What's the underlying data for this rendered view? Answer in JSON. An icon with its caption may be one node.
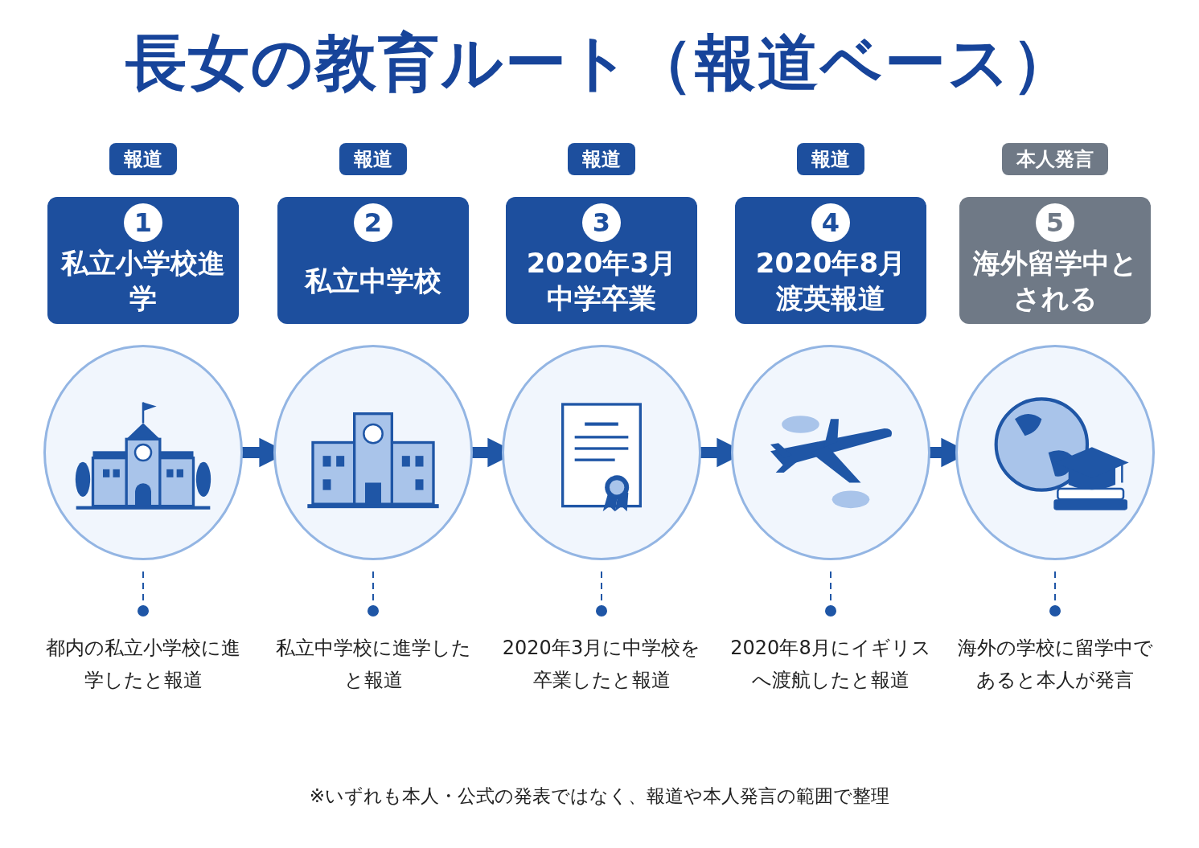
{
  "diagram": {
    "title": "長女の教育ルート（報道ベース）",
    "caption": "※いずれも本人・公式の発表ではなく、報道や本人発言の範囲で整理",
    "nodes": [
      {
        "text": [
          "報道"
        ]
      },
      {
        "text": [
          "私立小学校進学"
        ]
      },
      {
        "text": [
          "1"
        ],
        "in": 1
      },
      {
        "text": [],
        "shape": "circle"
      },
      {
        "text": [
          "都内の私立小学校に進学したと報道"
        ]
      },
      {
        "text": [
          "報道"
        ]
      },
      {
        "text": [
          "私立中学校"
        ]
      },
      {
        "text": [
          "2"
        ],
        "in": 6
      },
      {
        "text": [],
        "shape": "circle"
      },
      {
        "text": [
          "私立中学校に進学したと報道"
        ]
      },
      {
        "text": [
          "報道"
        ]
      },
      {
        "text": [
          "2020年3月中学卒業"
        ]
      },
      {
        "text": [
          "3"
        ],
        "in": 11
      },
      {
        "text": [],
        "shape": "circle"
      },
      {
        "text": [
          "2020年3月に中学校を卒業したと報道"
        ]
      },
      {
        "text": [
          "報道"
        ]
      },
      {
        "text": [
          "2020年8月渡英報道"
        ]
      },
      {
        "text": [
          "4"
        ],
        "in": 16
      },
      {
        "text": [],
        "shape": "circle"
      },
      {
        "text": [
          "2020年8月にイギリスへ渡航したと報道"
        ]
      },
      {
        "text": [
          "本人発言"
        ]
      },
      {
        "text": [
          "海外留学中とされる"
        ]
      },
      {
        "text": [
          "5"
        ],
        "in": 21
      },
      {
        "text": [],
        "shape": "circle"
      },
      {
        "text": [
          "海外の学校に留学中であると本人が発言"
        ]
      }
    ],
    "edges": [
      {
        "from": 3,
        "to": 8,
        "arrow": "to",
        "style": "thick"
      },
      {
        "from": 8,
        "to": 13,
        "arrow": "to",
        "style": "thick"
      },
      {
        "from": 13,
        "to": 18,
        "arrow": "to",
        "style": "thick"
      },
      {
        "from": 18,
        "to": 23,
        "arrow": "to",
        "style": "thick"
      },
      {
        "from": 3,
        "to": 4,
        "arrow": "other",
        "style": "dashed"
      },
      {
        "from": 8,
        "to": 9,
        "arrow": "other",
        "style": "dashed"
      },
      {
        "from": 13,
        "to": 14,
        "arrow": "other",
        "style": "dashed"
      },
      {
        "from": 18,
        "to": 19,
        "arrow": "other",
        "style": "dashed"
      },
      {
        "from": 23,
        "to": 24,
        "arrow": "other",
        "style": "dashed"
      }
    ]
  }
}
